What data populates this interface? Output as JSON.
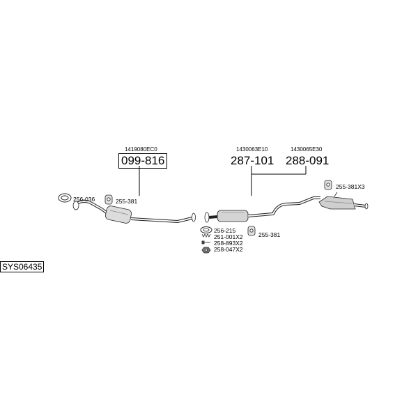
{
  "system_code": "SYS06435",
  "oe_numbers": {
    "front": "1419080EC0",
    "middle": "1430063E10",
    "rear": "1430065E30"
  },
  "main_parts": {
    "front_pipe": "099-816",
    "middle_silencer": "287-101",
    "rear_silencer": "288-091"
  },
  "fitting_parts": {
    "front_gasket": "256-036",
    "front_mount": "255-381",
    "rear_mounts": "255-381X3",
    "flange_gasket": "256-215",
    "spring": "251-001X2",
    "bolt": "258-893X2",
    "nut": "258-047X2",
    "middle_mount": "255-381"
  }
}
